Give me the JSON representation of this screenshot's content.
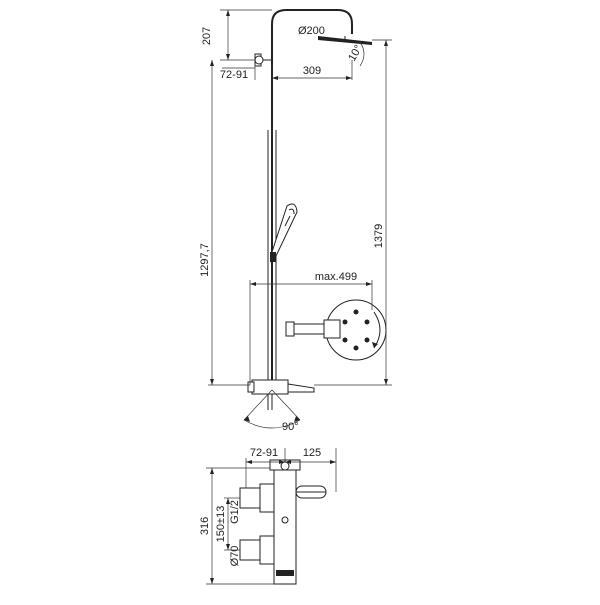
{
  "drawing": {
    "dimensions": {
      "head_height": "207",
      "head_diameter": "Ø200",
      "head_tilt": "10°",
      "wall_offset_top": "72-91",
      "arm_length": "309",
      "bar_height": "1297,7",
      "total_height": "1379",
      "max_reach": "max.499",
      "spout_rotation": "90°",
      "mixer_wall_offset": "72-91",
      "mixer_depth": "125",
      "mixer_height": "316",
      "inlet_spacing": "150±13",
      "inlet_thread": "G1/2",
      "rosette_diameter": "Ø70"
    }
  }
}
